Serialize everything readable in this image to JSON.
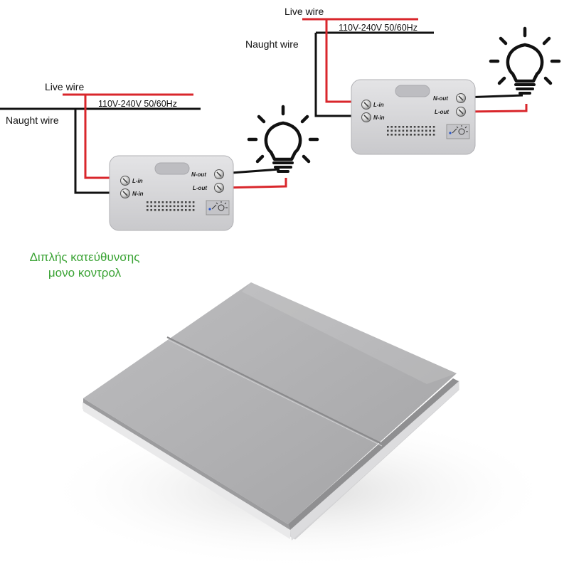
{
  "diagram_left": {
    "live_wire_label": "Live wire",
    "neutral_wire_label": "Naught wire",
    "voltage_label": "110V-240V 50/60Hz",
    "terminals": {
      "l_in": "L-in",
      "n_in": "N-in",
      "n_out": "N-out",
      "l_out": "L-out"
    }
  },
  "diagram_right": {
    "live_wire_label": "Live wire",
    "neutral_wire_label": "Naught wire",
    "voltage_label": "110V-240V 50/60Hz",
    "terminals": {
      "l_in": "L-in",
      "n_in": "N-in",
      "n_out": "N-out",
      "l_out": "L-out"
    }
  },
  "caption": {
    "line1": "Διπλής κατεύθυνσης",
    "line2": "μονο κοντρολ"
  },
  "colors": {
    "live": "#d9262b",
    "neutral": "#111111",
    "caption": "#3aa334",
    "module_body": "#d6d6d8",
    "switch_panel": "#b4b4b6"
  },
  "icons": [
    "light-bulb-icon",
    "remote-pairing-icon",
    "terminal-screw-icon"
  ]
}
